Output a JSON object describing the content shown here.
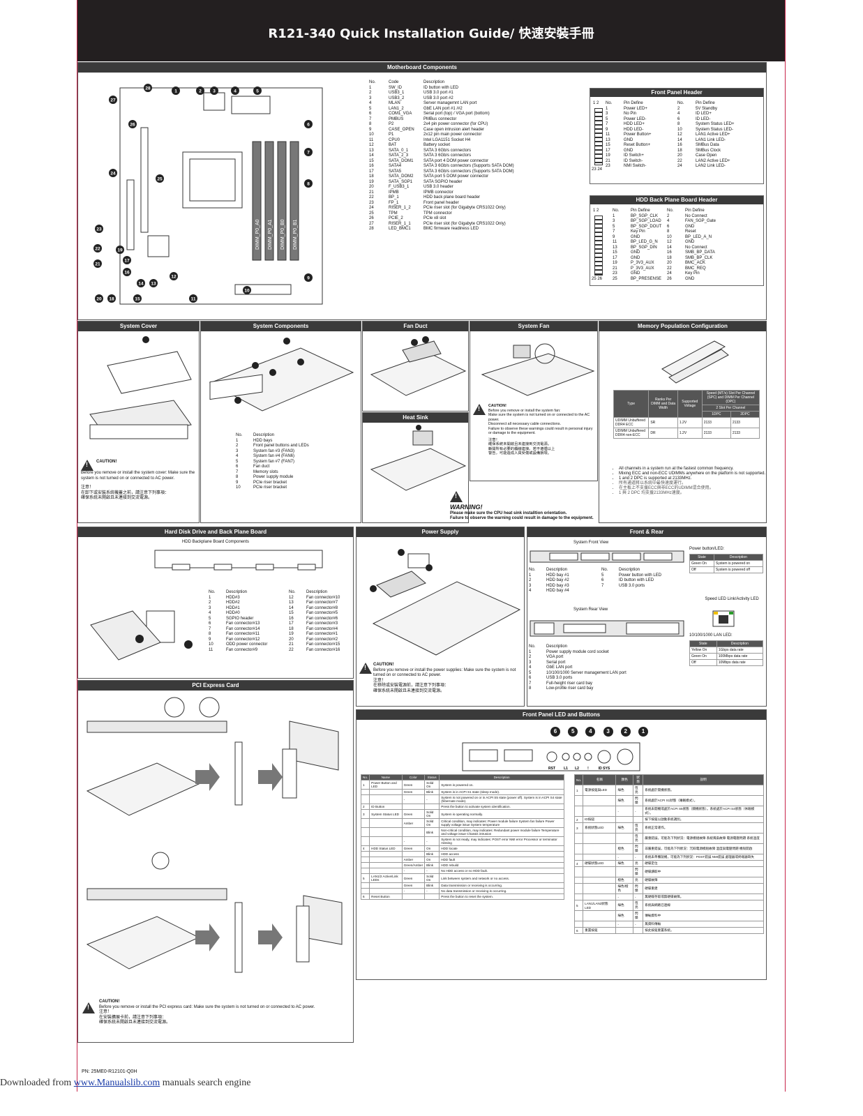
{
  "header": {
    "title": "R121-340 Quick Installation Guide/ 快速安裝手冊"
  },
  "motherboard": {
    "title": "Motherboard Components",
    "col_no": "No.",
    "col_code": "Code",
    "col_desc": "Description",
    "items": [
      [
        "1",
        "SW_ID",
        "ID button with LED"
      ],
      [
        "2",
        "USB3_1",
        "USB 3.0 port #1"
      ],
      [
        "3",
        "USB3_2",
        "USB 3.0 port #2"
      ],
      [
        "4",
        "MLAN",
        "Server managemnt LAN port"
      ],
      [
        "5",
        "LAN1_2",
        "GbE LAN port #1 /#2"
      ],
      [
        "6",
        "COM1_VGA",
        "Serial port (top) / VGA port (bottom)"
      ],
      [
        "7",
        "PMBUS",
        "PMBus connector"
      ],
      [
        "8",
        "P2",
        "2x4 pin power connector (for CPU)"
      ],
      [
        "9",
        "CASE_OPEN",
        "Case open intrusion alert header"
      ],
      [
        "10",
        "P1",
        "2x12 pin main power connector"
      ],
      [
        "11",
        "CPU0",
        "Intel LGA1151 Socket H4"
      ],
      [
        "12",
        "BAT",
        "Battery socket"
      ],
      [
        "13",
        "SATA_0_1",
        "SATA 3 6Gb/s connectors"
      ],
      [
        "14",
        "SATA_2_3",
        "SATA 3 6Gb/s connectors"
      ],
      [
        "15",
        "SATA_DOM1",
        "SATA port 4 DOM power connector"
      ],
      [
        "16",
        "SATA4",
        "SATA 3 6Gb/s connectors (Supports SATA DOM)"
      ],
      [
        "17",
        "SATA5",
        "SATA 3 6Gb/s connectors (Supports SATA DOM)"
      ],
      [
        "18",
        "SATA_DOM2",
        "SATA port 5 DOM power connector"
      ],
      [
        "19",
        "SATA_SGP1",
        "SATA SGPIO header"
      ],
      [
        "20",
        "F_USB3_1",
        "USB 3.0 header"
      ],
      [
        "21",
        "IPMB",
        "IPMB connector"
      ],
      [
        "22",
        "BP_1",
        "HDD back plane board header"
      ],
      [
        "23",
        "FP_1",
        "Front panel header"
      ],
      [
        "24",
        "RISER_1_2",
        "PCIe riser slot (for Gigabyte CRS1022 Only)"
      ],
      [
        "25",
        "TPM",
        "TPM connector"
      ],
      [
        "26",
        "PCIE_2",
        "PCIe x8 slot"
      ],
      [
        "27",
        "RISER_1_1",
        "PCIe riser slot (for Gigabyte CRS1022 Only)"
      ],
      [
        "28",
        "LED_BMC1",
        "BMC firmware readiness LED"
      ]
    ],
    "dimm_labels": [
      "DIMM_P0_A0",
      "DIMM_P0_A1",
      "DIMM_P0_B0",
      "DIMM_P0_B1"
    ],
    "callouts": [
      "1",
      "2",
      "3",
      "4",
      "5",
      "6",
      "7",
      "8",
      "9",
      "10",
      "11",
      "12",
      "13",
      "14",
      "15",
      "16",
      "17",
      "18",
      "19",
      "20",
      "21",
      "22",
      "23",
      "24",
      "25",
      "26",
      "27",
      "28"
    ]
  },
  "front_panel_header": {
    "title": "Front Panel Header",
    "col_no": "No.",
    "col_pin": "Pin Define",
    "rows": [
      [
        "1",
        "Power LED+",
        "2",
        "5V Standby"
      ],
      [
        "3",
        "No Pin",
        "4",
        "ID LED+"
      ],
      [
        "5",
        "Power LED-",
        "6",
        "ID LED-"
      ],
      [
        "7",
        "HDD LED+",
        "8",
        "System Status LED+"
      ],
      [
        "9",
        "HDD LED-",
        "10",
        "System Status LED-"
      ],
      [
        "11",
        "Power Button+",
        "12",
        "LAN1 Active LED+"
      ],
      [
        "13",
        "GND",
        "14",
        "LAN1 Link LED-"
      ],
      [
        "15",
        "Reset Button+",
        "16",
        "SMBus Data"
      ],
      [
        "17",
        "GND",
        "18",
        "SMBus Clock"
      ],
      [
        "19",
        "ID Switch+",
        "20",
        "Case Open"
      ],
      [
        "21",
        "ID Switch-",
        "22",
        "LAN2 Active LED+"
      ],
      [
        "23",
        "NMI Switch-",
        "24",
        "LAN2 Link LED-"
      ]
    ],
    "pin_top": "1 2",
    "pin_bottom": "23 24"
  },
  "hdd_bp_header": {
    "title": "HDD Back Plane Board Header",
    "rows": [
      [
        "1",
        "BP_SGP_CLK",
        "2",
        "No Connect"
      ],
      [
        "3",
        "BP_SGP_LOAD",
        "4",
        "FAN_SGP_Gate"
      ],
      [
        "5",
        "BP_SGP_DOUT",
        "6",
        "GND"
      ],
      [
        "7",
        "Key Pin",
        "8",
        "Reset"
      ],
      [
        "9",
        "GND",
        "10",
        "BP_LED_A_N"
      ],
      [
        "11",
        "BP_LED_G_N",
        "12",
        "GND"
      ],
      [
        "13",
        "BP_SGP_DIN",
        "14",
        "No Connect"
      ],
      [
        "15",
        "GND",
        "16",
        "SMB_BP_DATA"
      ],
      [
        "17",
        "GND",
        "18",
        "SMB_BP_CLK"
      ],
      [
        "19",
        "P_3V3_AUX",
        "20",
        "BMC_ACK"
      ],
      [
        "21",
        "P_3V3_AUX",
        "22",
        "BMC_REQ"
      ],
      [
        "23",
        "GND",
        "24",
        "Key Pin"
      ],
      [
        "25",
        "BP_PRESENSE",
        "26",
        "GND"
      ]
    ],
    "pin_top": "1 2",
    "pin_bottom": "25 26"
  },
  "system_cover": {
    "title": "System Cover",
    "caution_title": "CAUTION!",
    "caution_text": "Before you remove or install the system cover: Make sure the system is not turned on or connected to AC power.",
    "caution_cn1": "注意！",
    "caution_cn2": "在卸下或安裝系統機蓋之前，請注意下列事項：",
    "caution_cn3": "確保系統未開啟且未連接到交流電源。"
  },
  "system_components": {
    "title": "System Components",
    "col_no": "No.",
    "col_desc": "Description",
    "items": [
      [
        "1",
        "HDD bays"
      ],
      [
        "2",
        "Front panel buttons and LEDs"
      ],
      [
        "3",
        "System fan #3 (FAN3)"
      ],
      [
        "4",
        "System fan #4 (FAN6)"
      ],
      [
        "5",
        "System fan #7 (FAN7)"
      ],
      [
        "6",
        "Fan duct"
      ],
      [
        "7",
        "Memory slots"
      ],
      [
        "8",
        "Power supply module"
      ],
      [
        "9",
        "PCIe riser bracket"
      ],
      [
        "10",
        "PCIe riser bracket"
      ]
    ]
  },
  "fan_duct": {
    "title": "Fan Duct"
  },
  "heat_sink": {
    "title": "Heat Sink",
    "warning_title": "WARNING!",
    "warning_1": "Please make sure the CPU heat sink installtion orientation.",
    "warning_2": "Failure to observe the warning could result in damage to the equipment."
  },
  "system_fan": {
    "title": "System Fan",
    "caution_title": "CAUTION!",
    "caution_lines": [
      "Before you remove or install the system fan:",
      "Make sure the system is not turned on or connected to the AC power.",
      "Disconnect all necessary cable connections.",
      "Failure to observe these warnings could result in personal injury or damage to the equipment."
    ],
    "cn": [
      "注意！",
      "確保系統未開啟且未連接到交流電源。",
      "斷開所有必要的纜線連接。若不遵循以上",
      "警告，可能造成人員受傷或設備損壞。"
    ]
  },
  "memory_config": {
    "title": "Memory Population Configuration",
    "th_type": "Type",
    "th_ranks": "Ranks Per DIMM and Data Width",
    "th_voltage": "Supported Voltage",
    "th_speed": "Speed (MT/s) Slot Per Channel (SPC) and DIMM Per Channel (DPC)",
    "th_slot": "2 Slot Per Channel",
    "th_1dpc": "1DPC",
    "th_2dpc": "2DPC",
    "rows": [
      [
        "UDIMM Unbuffered DDR4 ECC",
        "SR",
        "1.2V",
        "2133",
        "2133"
      ],
      [
        "UDIMM Unbuffered DDR4 non-ECC",
        "DR",
        "1.2V",
        "2133",
        "2133"
      ]
    ],
    "notes": [
      "All channels in a system run at the fastest common frequency.",
      "Mixing ECC and non-ECC UDIMMs anywhere on the platform is not supported.",
      "1 and 2 DPC is supported at 2133MHz."
    ],
    "notes_cn": [
      "所有通道將以系統中最快速度運行。",
      "在主板上不支援ECC與非ECC的UDIMM混合使用。",
      "1 與 2 DPC 均支援2133MHz速度。"
    ]
  },
  "hdd": {
    "title": "Hard Disk Drive and Back Plane Board",
    "subtitle": "HDD Backplane Board Components",
    "col_no": "No.",
    "col_desc": "Description",
    "left": [
      [
        "1",
        "HDD#3"
      ],
      [
        "2",
        "HDD#2"
      ],
      [
        "3",
        "HDD#1"
      ],
      [
        "4",
        "HDD#0"
      ],
      [
        "5",
        "SGPIO header"
      ],
      [
        "6",
        "Fan connector#13"
      ],
      [
        "7",
        "Fan connector#14"
      ],
      [
        "8",
        "Fan connector#11"
      ],
      [
        "9",
        "Fan connector#12"
      ],
      [
        "10",
        "ODD power connector"
      ],
      [
        "11",
        "Fan connector#9"
      ]
    ],
    "right": [
      [
        "12",
        "Fan connector#10"
      ],
      [
        "13",
        "Fan connector#7"
      ],
      [
        "14",
        "Fan connector#8"
      ],
      [
        "15",
        "Fan connector#5"
      ],
      [
        "16",
        "Fan connector#6"
      ],
      [
        "17",
        "Fan connector#3"
      ],
      [
        "18",
        "Fan connector#4"
      ],
      [
        "19",
        "Fan connector#1"
      ],
      [
        "20",
        "Fan connector#2"
      ],
      [
        "21",
        "Fan connector#15"
      ],
      [
        "22",
        "Fan connector#16"
      ]
    ]
  },
  "power_supply": {
    "title": "Power Supply",
    "caution_title": "CAUTION!",
    "caution_text": "Before you remove or install the power supplies: Make sure the system is not turned on or connected to AC power.",
    "cn": [
      "注意！",
      "在移除或安裝電源前，請注意下列事項：",
      "確保系統未開啟且未連接到交流電源。"
    ]
  },
  "front_rear": {
    "title": "Front & Rear",
    "front_view": "System Front View",
    "rear_view": "System Rear View",
    "col_no": "No.",
    "col_desc": "Description",
    "front_left": [
      [
        "1",
        "HDD bay #1"
      ],
      [
        "2",
        "HDD bay #2"
      ],
      [
        "3",
        "HDD bay #3"
      ],
      [
        "4",
        "HDD bay #4"
      ]
    ],
    "front_right": [
      [
        "5",
        "Power button with LED"
      ],
      [
        "6",
        "ID button with LED"
      ],
      [
        "7",
        "USB 3.0 ports"
      ]
    ],
    "rear": [
      [
        "1",
        "Power supply module cord socket"
      ],
      [
        "2",
        "VGA port"
      ],
      [
        "3",
        "Serial port"
      ],
      [
        "4",
        "GbE LAN port"
      ],
      [
        "5",
        "10/100/1000 Server management LAN port"
      ],
      [
        "6",
        "USB 3.0 ports"
      ],
      [
        "7",
        "Full-height riser card bay"
      ],
      [
        "8",
        "Low-profile riser card bay"
      ]
    ],
    "power_led_title": "Power button/LED:",
    "power_led_head": [
      "State",
      "Description"
    ],
    "power_led_rows": [
      [
        "Green On",
        "System is powered on"
      ],
      [
        "Off",
        "System is powered off"
      ]
    ],
    "speed_led_title": "Speed LED Link/Activity LED",
    "lan_led_title": "10/100/1000 LAN LED:",
    "lan_led_head": [
      "State",
      "Description"
    ],
    "lan_led_rows": [
      [
        "Yellow On",
        "1Gbps data rate"
      ],
      [
        "Green On",
        "100Mbps data rate"
      ],
      [
        "Off",
        "10Mbps data rate"
      ]
    ]
  },
  "pci": {
    "title": "PCI Express Card",
    "caution_title": "CAUTION!",
    "caution_text": "Before you remove or install the PCI express card: Make sure the system is not turned on or connected to AC power.",
    "cn": [
      "注意！",
      "在安裝擴展卡前，請注意下列事項：",
      "確保系統未開啟且未連接到交流電源。"
    ]
  },
  "fp_led": {
    "title": "Front Panel LED and Buttons",
    "nums": [
      "6",
      "5",
      "4",
      "3",
      "2",
      "1"
    ],
    "panel_labels": [
      "RST",
      "L1",
      "L2",
      "!",
      "ID SYS"
    ],
    "head": [
      "No.",
      "Name",
      "Color",
      "Status",
      "Description"
    ],
    "head_cn": [
      "No.",
      "名稱",
      "顏色",
      "狀態",
      "說明"
    ],
    "rows": [
      [
        "1",
        "Power Button and LED",
        "Green",
        "Solid On",
        "System is powered on."
      ],
      [
        "",
        "",
        "Green",
        "Blink",
        "System is in ACPI S1 state (sleep mode)."
      ],
      [
        "",
        "",
        "-",
        "-",
        "System is not powered on or in ACPI S5 state (power off). System is in ACPI S4 state (hibernate mode)."
      ],
      [
        "2",
        "ID Button",
        "",
        "",
        "Press the button to activate system identification."
      ],
      [
        "3",
        "System Status LED",
        "Green",
        "Solid On",
        "System is operating normally."
      ],
      [
        "",
        "",
        "Amber",
        "Solid On",
        "Critical condition, may indicates: Power module failure System fan failure Power supply voltage issue System temperature"
      ],
      [
        "",
        "",
        "",
        "Blink",
        "Non-critical condition, may indicates: Redundant power module failure Temperature and voltage issue Chassis intrusion"
      ],
      [
        "",
        "",
        "-",
        "-",
        "System is not ready, may indicates: POST error NMI error Processor or terminator missing"
      ],
      [
        "4",
        "HDD Status LED",
        "Green",
        "On",
        "HDD locate"
      ],
      [
        "",
        "",
        "",
        "Blink",
        "HDD access"
      ],
      [
        "",
        "",
        "Amber",
        "On",
        "HDD fault"
      ],
      [
        "",
        "",
        "Green/Amber",
        "Blink",
        "HDD rebuild"
      ],
      [
        "",
        "",
        "-",
        "-",
        "No HDD access or no HDD fault."
      ],
      [
        "5",
        "LAN1/2 Active/Link LEDs",
        "Green",
        "Solid On",
        "Link between system and network or no access."
      ],
      [
        "",
        "",
        "Green",
        "Blink",
        "Data transmission or receiving is occurring."
      ],
      [
        "",
        "",
        "-",
        "-",
        "No data transmission or receiving is occurring."
      ],
      [
        "6",
        "Reset Button",
        "",
        "",
        "Press the button to reset the system."
      ]
    ],
    "rows_cn": [
      [
        "1",
        "電源按鈕與LED",
        "綠色",
        "恆亮",
        "系統處於開機狀態。"
      ],
      [
        "",
        "",
        "綠色",
        "閃爍",
        "系統處於ACPI S1狀態（睡眠模式）。"
      ],
      [
        "",
        "",
        "-",
        "-",
        "系統未開機或處於ACPI S5狀態（關機狀態）。系統處於ACPI S4狀態（休眠模式）。"
      ],
      [
        "2",
        "ID按鈕",
        "",
        "",
        "按下按鈕以啟動系統識別。"
      ],
      [
        "3",
        "系統狀態LED",
        "綠色",
        "恆亮",
        "系統正常運作。"
      ],
      [
        "",
        "",
        "",
        "恆亮",
        "嚴重錯誤，可能為下列狀況：電源模組故障 系統風扇故障 電源電壓問題 系統溫度"
      ],
      [
        "",
        "",
        "橙色",
        "閃爍",
        "非嚴重錯誤，可能為下列狀況：冗餘電源模組故障 溫度與電壓問題 機殼開啟"
      ],
      [
        "",
        "",
        "-",
        "-",
        "系統未準備就緒，可能為下列狀況：POST錯誤 NMI錯誤 處理器或終端器缺失"
      ],
      [
        "4",
        "硬碟狀態LED",
        "綠色",
        "亮",
        "硬碟定位"
      ],
      [
        "",
        "",
        "",
        "閃爍",
        "硬碟讀取中"
      ],
      [
        "",
        "",
        "橙色",
        "亮",
        "硬碟故障"
      ],
      [
        "",
        "",
        "綠色/橙色",
        "閃爍",
        "硬碟重建"
      ],
      [
        "",
        "",
        "-",
        "-",
        "無硬碟存取或無硬碟故障。"
      ],
      [
        "5",
        "LAN1/LAN2狀態LED",
        "綠色",
        "恆亮",
        "系統與網路已連線"
      ],
      [
        "",
        "",
        "綠色",
        "閃爍",
        "傳輸資料中"
      ],
      [
        "",
        "",
        "-",
        "-",
        "無資料傳輸"
      ],
      [
        "6",
        "重置按鈕",
        "",
        "",
        "按此按鈕重置系統。"
      ]
    ]
  },
  "footer": {
    "pn": "PN: 25ME0-R12101-Q0H",
    "downloaded": "Downloaded from",
    "site": "www.Manualslib.com",
    "tail": "manuals search engine"
  }
}
